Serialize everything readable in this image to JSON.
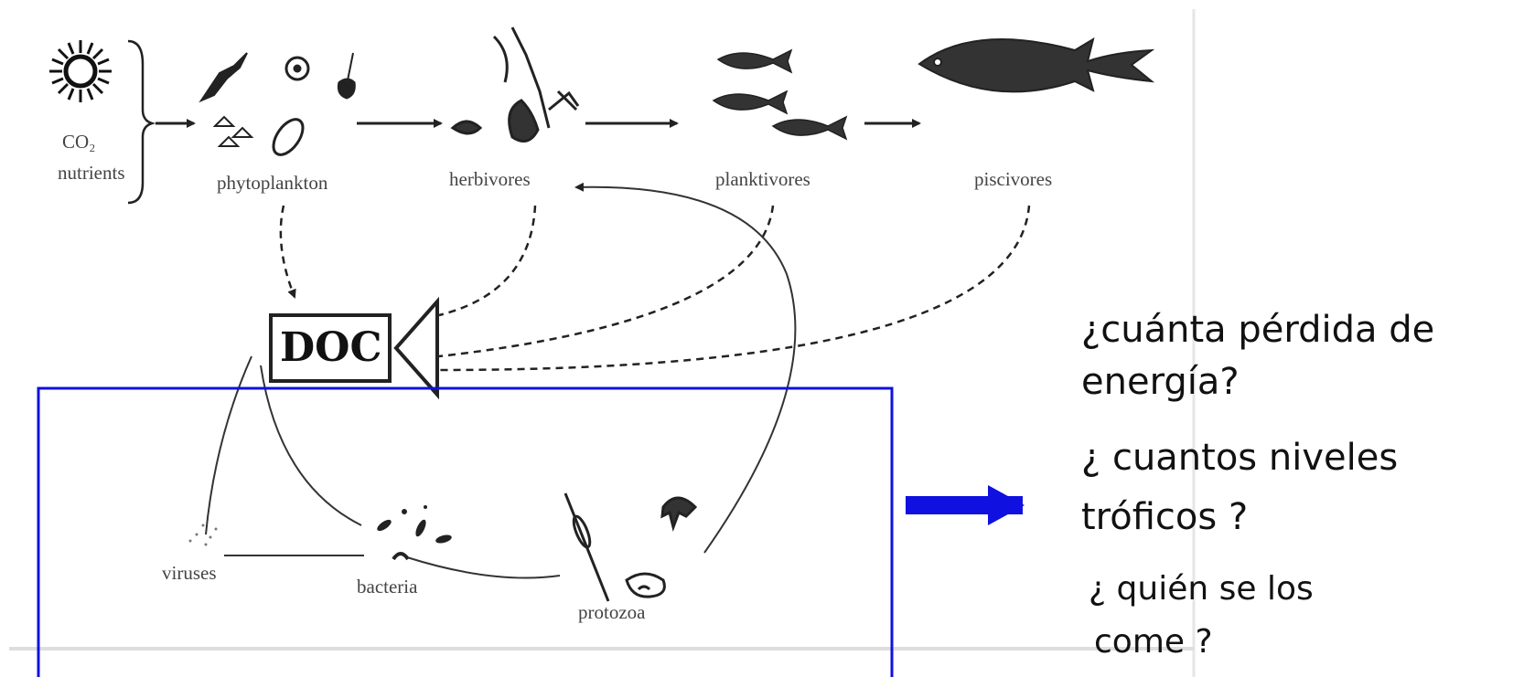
{
  "diagram": {
    "source_labels": {
      "co2": "CO₂",
      "nutrients": "nutrients"
    },
    "nodes": {
      "phytoplankton": "phytoplankton",
      "herbivores": "herbivores",
      "planktivores": "planktivores",
      "piscivores": "piscivores",
      "doc": "DOC",
      "viruses": "viruses",
      "bacteria": "bacteria",
      "protozoa": "protozoa"
    }
  },
  "questions": {
    "q1_line1": "¿cuánta pérdida de",
    "q1_line2": "energía?",
    "q2_line1": "¿ cuantos niveles",
    "q2_line2": "tróficos ?",
    "q3_line1": "¿ quién se los",
    "q3_line2": "come ?"
  },
  "colors": {
    "highlight": "#1010e0",
    "ink": "#222222"
  }
}
